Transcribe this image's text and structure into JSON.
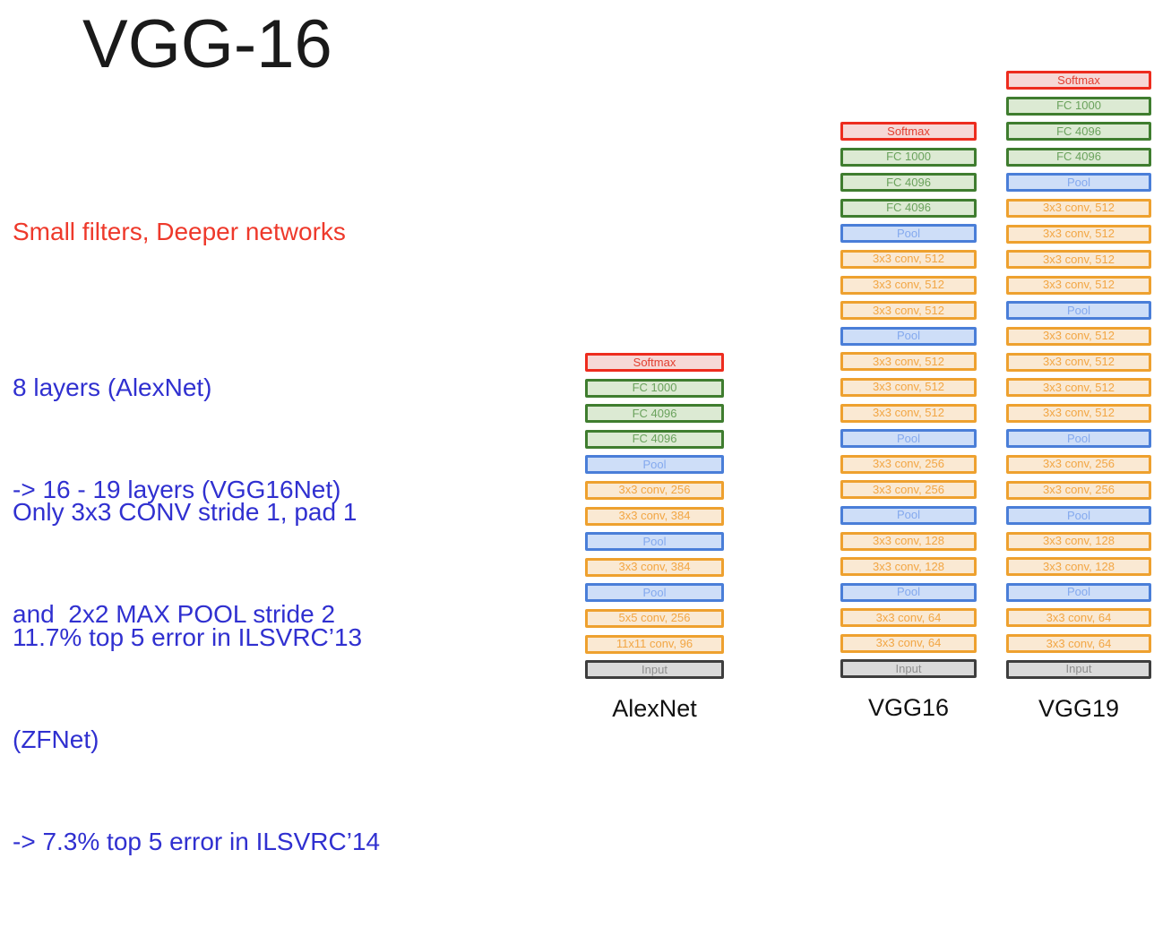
{
  "title": "VGG-16",
  "highlight": "Small filters, Deeper networks",
  "bullets": [
    [
      "8 layers (AlexNet)",
      "-> 16 - 19 layers (VGG16Net)"
    ],
    [
      "Only 3x3 CONV stride 1, pad 1",
      "and  2x2 MAX POOL stride 2"
    ],
    [
      "11.7% top 5 error in ILSVRC’13",
      "(ZFNet)",
      "-> 7.3% top 5 error in ILSVRC’14"
    ]
  ],
  "colors": {
    "title_text": "#1a1a1a",
    "highlight_text": "#ee392b",
    "bullet_text": "#3030d0",
    "network_label_text": "#111111",
    "layer_types": {
      "softmax": {
        "border": "#ed2c1e",
        "fill": "#f6d8d6",
        "text": "#e23f31"
      },
      "fc": {
        "border": "#3f7d2f",
        "fill": "#dcead3",
        "text": "#6aa25c"
      },
      "pool": {
        "border": "#4a7ed8",
        "fill": "#cedef8",
        "text": "#84a9ee"
      },
      "conv": {
        "border": "#eea12f",
        "fill": "#fae9d3",
        "text": "#f2a644"
      },
      "input": {
        "border": "#3e3e3e",
        "fill": "#dadada",
        "text": "#8e8e8e"
      }
    }
  },
  "networks": [
    {
      "name": "AlexNet",
      "layers": [
        {
          "type": "softmax",
          "label": "Softmax"
        },
        {
          "type": "fc",
          "label": "FC 1000"
        },
        {
          "type": "fc",
          "label": "FC 4096"
        },
        {
          "type": "fc",
          "label": "FC 4096"
        },
        {
          "type": "pool",
          "label": "Pool"
        },
        {
          "type": "conv",
          "label": "3x3 conv, 256"
        },
        {
          "type": "conv",
          "label": "3x3 conv, 384"
        },
        {
          "type": "pool",
          "label": "Pool"
        },
        {
          "type": "conv",
          "label": "3x3 conv, 384"
        },
        {
          "type": "pool",
          "label": "Pool"
        },
        {
          "type": "conv",
          "label": "5x5 conv, 256"
        },
        {
          "type": "conv",
          "label": "11x11 conv, 96"
        },
        {
          "type": "input",
          "label": "Input"
        }
      ]
    },
    {
      "name": "VGG16",
      "layers": [
        {
          "type": "softmax",
          "label": "Softmax"
        },
        {
          "type": "fc",
          "label": "FC 1000"
        },
        {
          "type": "fc",
          "label": "FC 4096"
        },
        {
          "type": "fc",
          "label": "FC 4096"
        },
        {
          "type": "pool",
          "label": "Pool"
        },
        {
          "type": "conv",
          "label": "3x3 conv, 512"
        },
        {
          "type": "conv",
          "label": "3x3 conv, 512"
        },
        {
          "type": "conv",
          "label": "3x3 conv, 512"
        },
        {
          "type": "pool",
          "label": "Pool"
        },
        {
          "type": "conv",
          "label": "3x3 conv, 512"
        },
        {
          "type": "conv",
          "label": "3x3 conv, 512"
        },
        {
          "type": "conv",
          "label": "3x3 conv, 512"
        },
        {
          "type": "pool",
          "label": "Pool"
        },
        {
          "type": "conv",
          "label": "3x3 conv, 256"
        },
        {
          "type": "conv",
          "label": "3x3 conv, 256"
        },
        {
          "type": "pool",
          "label": "Pool"
        },
        {
          "type": "conv",
          "label": "3x3 conv, 128"
        },
        {
          "type": "conv",
          "label": "3x3 conv, 128"
        },
        {
          "type": "pool",
          "label": "Pool"
        },
        {
          "type": "conv",
          "label": "3x3 conv, 64"
        },
        {
          "type": "conv",
          "label": "3x3 conv, 64"
        },
        {
          "type": "input",
          "label": "Input"
        }
      ]
    },
    {
      "name": "VGG19",
      "layers": [
        {
          "type": "softmax",
          "label": "Softmax"
        },
        {
          "type": "fc",
          "label": "FC 1000"
        },
        {
          "type": "fc",
          "label": "FC 4096"
        },
        {
          "type": "fc",
          "label": "FC 4096"
        },
        {
          "type": "pool",
          "label": "Pool"
        },
        {
          "type": "conv",
          "label": "3x3 conv, 512"
        },
        {
          "type": "conv",
          "label": "3x3 conv, 512"
        },
        {
          "type": "conv",
          "label": "3x3 conv, 512"
        },
        {
          "type": "conv",
          "label": "3x3 conv, 512"
        },
        {
          "type": "pool",
          "label": "Pool"
        },
        {
          "type": "conv",
          "label": "3x3 conv, 512"
        },
        {
          "type": "conv",
          "label": "3x3 conv, 512"
        },
        {
          "type": "conv",
          "label": "3x3 conv, 512"
        },
        {
          "type": "conv",
          "label": "3x3 conv, 512"
        },
        {
          "type": "pool",
          "label": "Pool"
        },
        {
          "type": "conv",
          "label": "3x3 conv, 256"
        },
        {
          "type": "conv",
          "label": "3x3 conv, 256"
        },
        {
          "type": "pool",
          "label": "Pool"
        },
        {
          "type": "conv",
          "label": "3x3 conv, 128"
        },
        {
          "type": "conv",
          "label": "3x3 conv, 128"
        },
        {
          "type": "pool",
          "label": "Pool"
        },
        {
          "type": "conv",
          "label": "3x3 conv, 64"
        },
        {
          "type": "conv",
          "label": "3x3 conv, 64"
        },
        {
          "type": "input",
          "label": "Input"
        }
      ]
    }
  ]
}
